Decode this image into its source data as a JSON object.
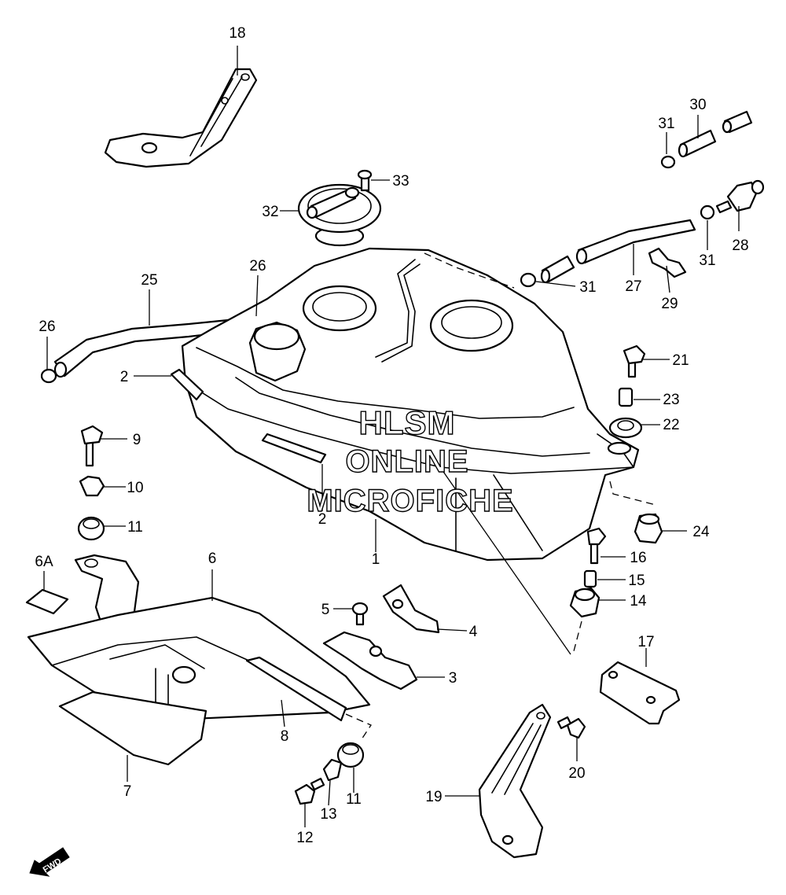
{
  "callouts": [
    "18",
    "33",
    "32",
    "31",
    "30",
    "31",
    "28",
    "31",
    "27",
    "29",
    "26",
    "25",
    "26",
    "2",
    "21",
    "23",
    "22",
    "9",
    "10",
    "11",
    "24",
    "1",
    "2",
    "6A",
    "6",
    "16",
    "15",
    "14",
    "5",
    "4",
    "3",
    "17",
    "7",
    "8",
    "20",
    "19",
    "12",
    "13",
    "11"
  ],
  "watermark": {
    "line1": "HLSM",
    "line2": "ONLINE",
    "line3": "MICROFICHE"
  },
  "fwd_label": "FWD"
}
